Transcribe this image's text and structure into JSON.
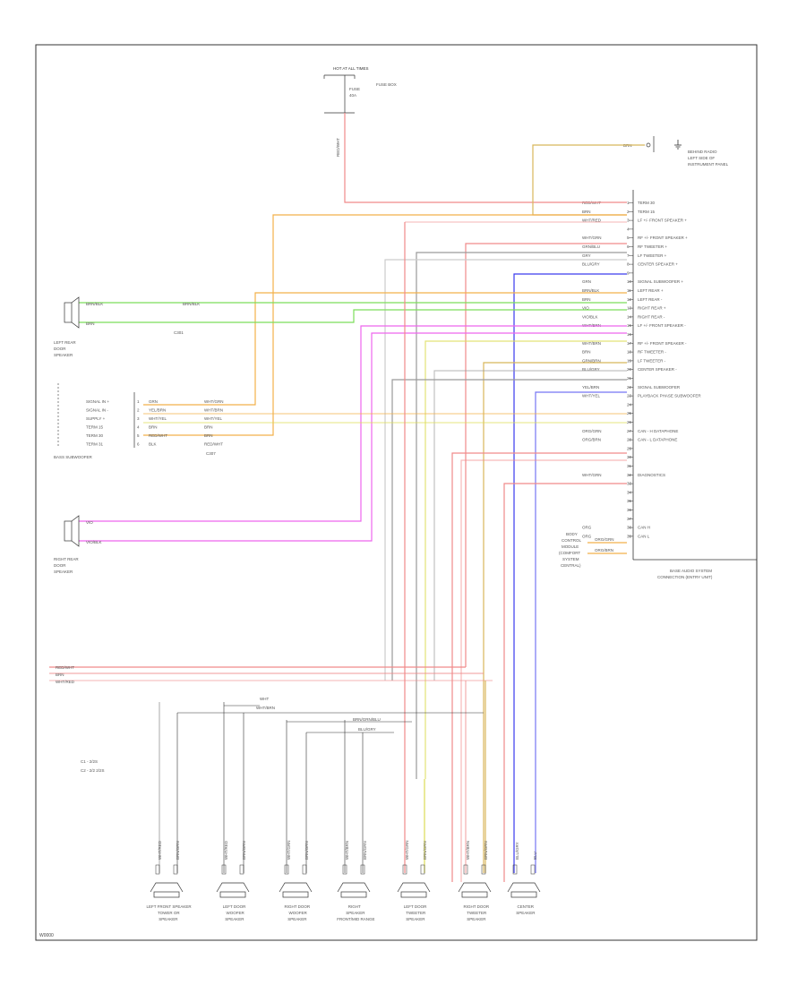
{
  "diagram_id": "W0000",
  "fuse_block": {
    "top": "HOT AT ALL TIMES",
    "fuse_name": "FUSE",
    "fuse_rating": "40A",
    "side_label": "FUSE BOX",
    "wire": "RED/WHT"
  },
  "ground_note": {
    "wire": "BRN",
    "label_lines": [
      "BEHIND RADIO",
      "LEFT SIDE OF",
      "INSTRUMENT PANEL"
    ]
  },
  "radio": {
    "pin_labels": [
      "TERM 30",
      "TERM 15",
      "LF +/- FRONT SPEAKER +",
      "",
      "RF +/- FRONT SPEAKER +",
      "RF TWEETER +",
      "LF TWEETER +",
      "CENTER SPEAKER +",
      "",
      "SIGNAL SUBWOOFER +",
      "LEFT REAR +",
      "LEFT REAR -",
      "RIGHT REAR +",
      "RIGHT REAR -",
      "LF +/- FRONT SPEAKER -",
      "",
      "RF +/- FRONT SPEAKER -",
      "RF TWEETER -",
      "LF TWEETER -",
      "CENTER SPEAKER -",
      "",
      "SIGNAL SUBWOOFER",
      "PLAYBACK PHASE SUBWOOFER",
      "",
      "",
      "",
      "CAN - H DATAPHONE",
      "CAN - L DATAPHONE",
      "",
      "",
      "",
      "DIAGNOSTICS",
      "",
      "",
      "",
      "",
      "",
      "CAN H",
      "CAN L"
    ],
    "wire_labels": [
      "RED/WHT",
      "BRN",
      "WHT/RED",
      "",
      "WHT/GRN",
      "GRN/BLU",
      "GRY",
      "BLU/GRY",
      "",
      "GRN",
      "BRN/BLK",
      "BRN",
      "VIO",
      "VIO/BLK",
      "WHT/BRN",
      "",
      "WHT/BRN",
      "BRN",
      "GRN/BRN",
      "BLU/GRY",
      "",
      "YEL/BRN",
      "WHT/YEL",
      "",
      "",
      "",
      "ORG/GRN",
      "ORG/BRN",
      "",
      "",
      "",
      "WHT/GRN",
      "",
      "",
      "",
      "",
      "",
      "ORG",
      "ORG"
    ],
    "title_lines": [
      "BASE AUDIO SYSTEM",
      "CONNECTION (ENTRY UNIT)"
    ],
    "can_source_lines": [
      "BODY",
      "CONTROL",
      "MODULE",
      "(COMFORT",
      "SYSTEM",
      "CENTRAL)"
    ],
    "can_wires": [
      "ORG/GRN",
      "ORG/BRN"
    ]
  },
  "left_rear": {
    "name_lines": [
      "LEFT REAR",
      "DOOR",
      "SPEAKER"
    ],
    "wires": [
      "BRN/BLK",
      "BRN"
    ],
    "connector": "C301"
  },
  "right_rear": {
    "name_lines": [
      "RIGHT REAR",
      "DOOR",
      "SPEAKER"
    ],
    "wires": [
      "VIO",
      "VIO/BLK"
    ]
  },
  "subwoofer": {
    "title": "BASS SUBWOOFER",
    "pin_labels": [
      "SIGNAL IN +",
      "SIGNAL IN -",
      "SUPPLY +",
      "TERM 15",
      "TERM 30",
      "TERM 31"
    ],
    "left_wires": [
      "GRN",
      "YEL/BRN",
      "WHT/YEL",
      "BRN",
      "RED/WHT",
      "BLK"
    ],
    "right_wires": [
      "WHT/GRN",
      "WHT/BRN",
      "WHT/YEL",
      "BRN",
      "BRN",
      "RED/WHT"
    ],
    "connector": "C307"
  },
  "bus": {
    "wires": [
      "RED/WHT",
      "BRN",
      "WHT/RED"
    ]
  },
  "mid_labels": [
    "WHT",
    "WHT/BRN",
    "BRN/GRN/BLU",
    "BLU/GRY"
  ],
  "legend": [
    "C1 - 2/2S",
    "C2 - 2/2 2/2S"
  ],
  "speakers": [
    {
      "lines": [
        "LEFT FRONT SPEAKER",
        "TOWER OR",
        "SPEAKER"
      ],
      "wires": [
        "WHT/RED",
        "BRN/GRN"
      ]
    },
    {
      "lines": [
        "LEFT DOOR",
        "WOOFER",
        "SPEAKER"
      ],
      "wires": [
        "WHT/RED",
        "BRN/GRN"
      ]
    },
    {
      "lines": [
        "RIGHT DOOR",
        "WOOFER",
        "SPEAKER"
      ],
      "wires": [
        "WHT/GRN",
        "BRN/GRN"
      ]
    },
    {
      "lines": [
        "RIGHT",
        "SPEAKER",
        "FRONT/MID RANGE"
      ],
      "wires": [
        "WHT/BRN",
        "BRN/GRN"
      ]
    },
    {
      "lines": [
        "LEFT DOOR",
        "TWEETER",
        "SPEAKER"
      ],
      "wires": [
        "WHT/GRN",
        "BRN/GRN"
      ]
    },
    {
      "lines": [
        "RIGHT DOOR",
        "TWEETER",
        "SPEAKER"
      ],
      "wires": [
        "WHT/BRN",
        "BRN/GRN"
      ]
    },
    {
      "lines": [
        "CENTER",
        "SPEAKER"
      ],
      "wires": [
        "BLU/GRY",
        "BLU"
      ]
    }
  ],
  "colors": {
    "red": "#f08a8a",
    "orange": "#f2b04a",
    "tan": "#d8b65a",
    "green": "#7cde5a",
    "magenta": "#ee66ee",
    "blue": "#3a3aee",
    "gray": "#9a9a9a",
    "yellow": "#dddd55"
  }
}
